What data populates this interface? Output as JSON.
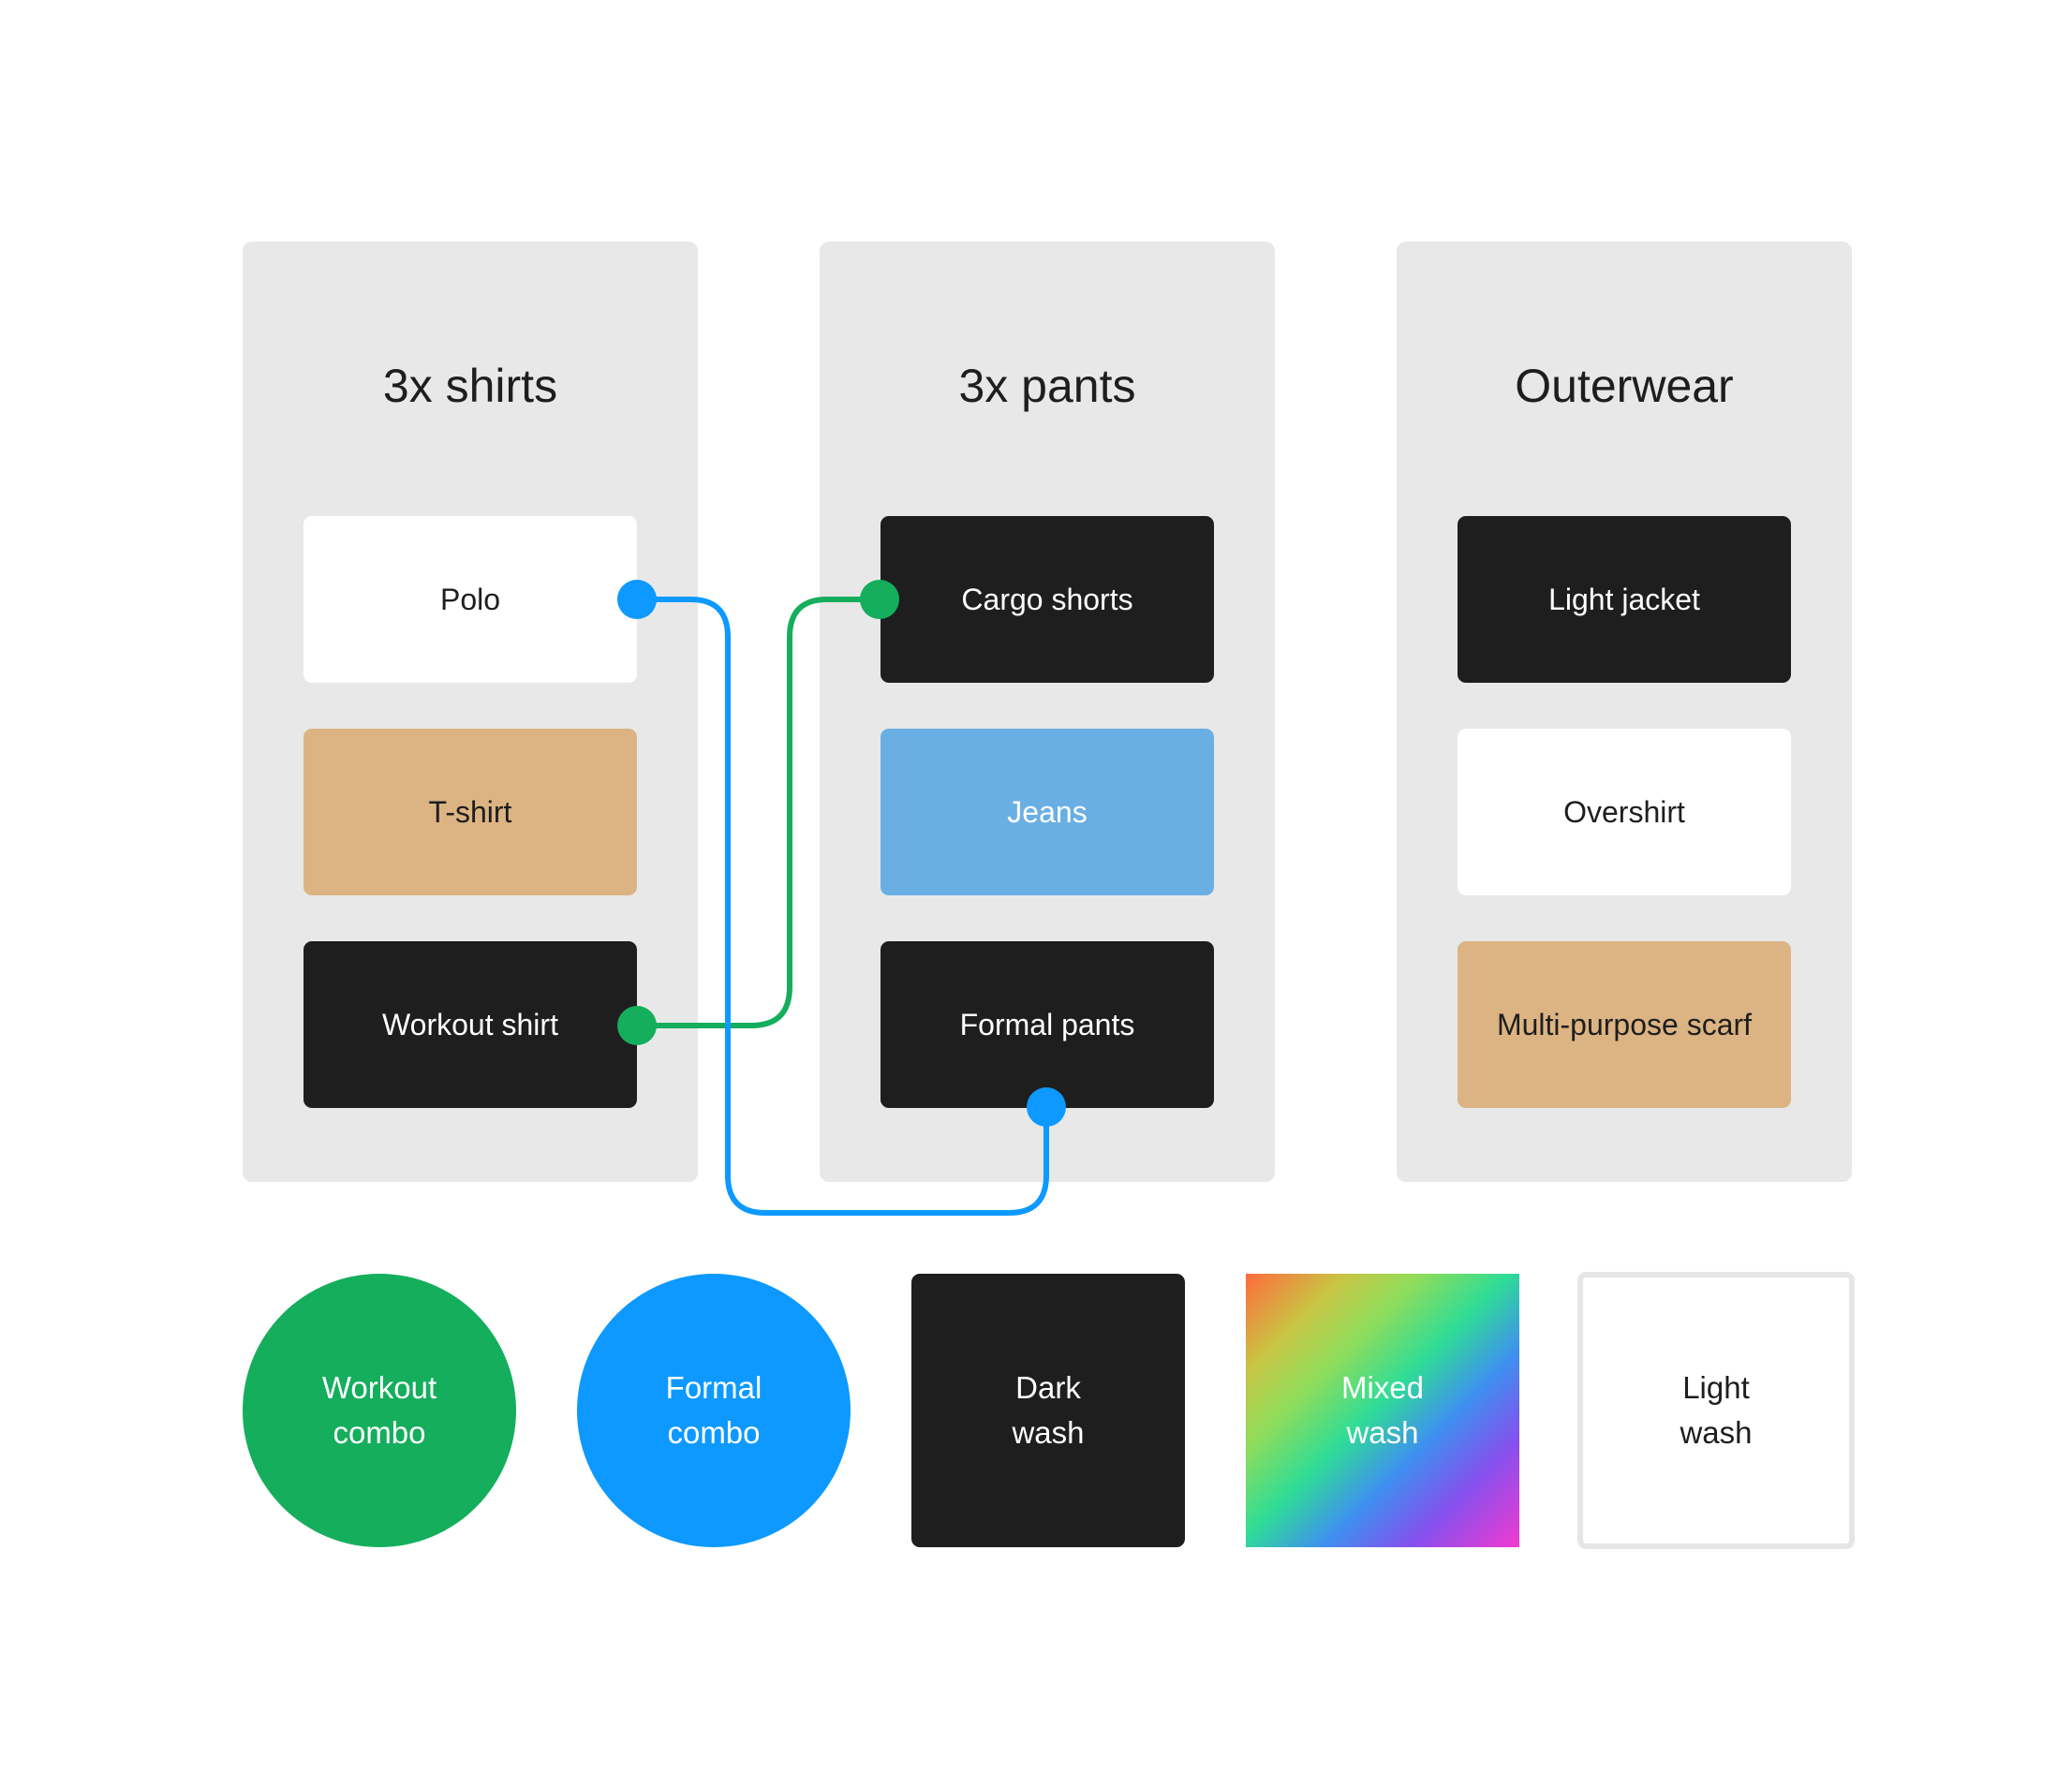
{
  "columns": [
    {
      "title": "3x shirts",
      "cards": [
        {
          "label": "Polo",
          "bg": "#ffffff",
          "fg": "#1e1e1e"
        },
        {
          "label": "T-shirt",
          "bg": "#dcb483",
          "fg": "#1e1e1e"
        },
        {
          "label": "Workout shirt",
          "bg": "#1e1e1e",
          "fg": "#ffffff"
        }
      ]
    },
    {
      "title": "3x pants",
      "cards": [
        {
          "label": "Cargo shorts",
          "bg": "#1e1e1e",
          "fg": "#ffffff"
        },
        {
          "label": "Jeans",
          "bg": "#6aafe3",
          "fg": "#ffffff"
        },
        {
          "label": "Formal pants",
          "bg": "#1e1e1e",
          "fg": "#ffffff"
        }
      ]
    },
    {
      "title": "Outerwear",
      "cards": [
        {
          "label": "Light jacket",
          "bg": "#1e1e1e",
          "fg": "#ffffff"
        },
        {
          "label": "Overshirt",
          "bg": "#ffffff",
          "fg": "#1e1e1e"
        },
        {
          "label": "Multi-purpose scarf",
          "bg": "#dcb483",
          "fg": "#1e1e1e"
        }
      ]
    }
  ],
  "connectors": [
    {
      "from": "Workout shirt",
      "to": "Cargo shorts",
      "color": "#14ae5c"
    },
    {
      "from": "Polo",
      "to": "Formal pants",
      "color": "#0d99ff"
    }
  ],
  "legend": [
    {
      "label": "Workout\ncombo",
      "shape": "circle",
      "color": "#14ae5c"
    },
    {
      "label": "Formal\ncombo",
      "shape": "circle",
      "color": "#0d99ff"
    },
    {
      "label": "Dark\nwash",
      "shape": "square",
      "color": "#1e1e1e"
    },
    {
      "label": "Mixed\nwash",
      "shape": "square",
      "color": "gradient"
    },
    {
      "label": "Light\nwash",
      "shape": "square",
      "color": "#ffffff"
    }
  ],
  "colors": {
    "column_bg": "#e8e8e8",
    "dark": "#1e1e1e",
    "tan": "#dcb483",
    "denim": "#6aafe3",
    "green": "#14ae5c",
    "blue": "#0d99ff"
  }
}
